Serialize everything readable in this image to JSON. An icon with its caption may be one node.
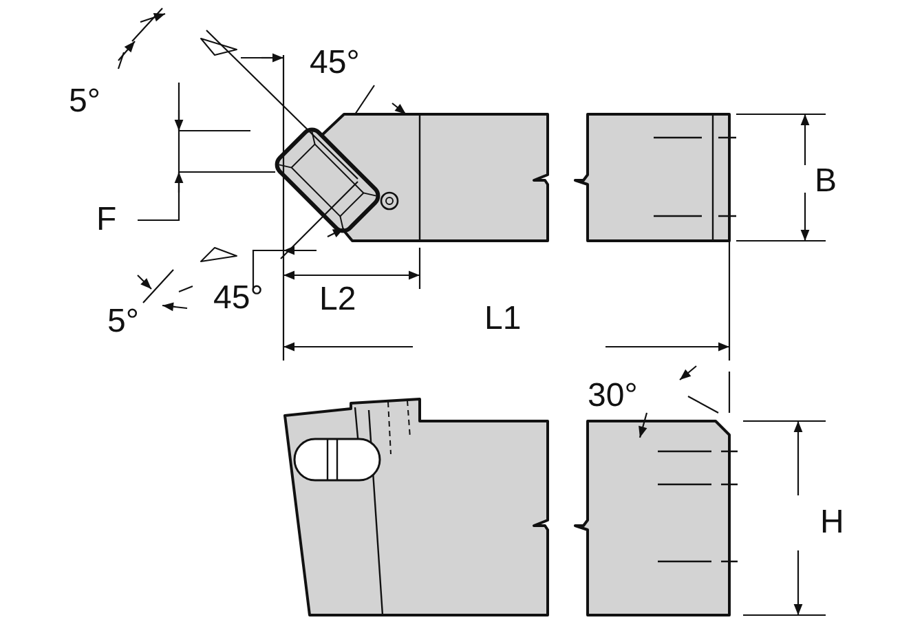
{
  "diagram": {
    "labels": [
      "5°",
      "45°",
      "F",
      "5°",
      "45°",
      "L2",
      "L1",
      "B",
      "30°",
      "H"
    ]
  }
}
